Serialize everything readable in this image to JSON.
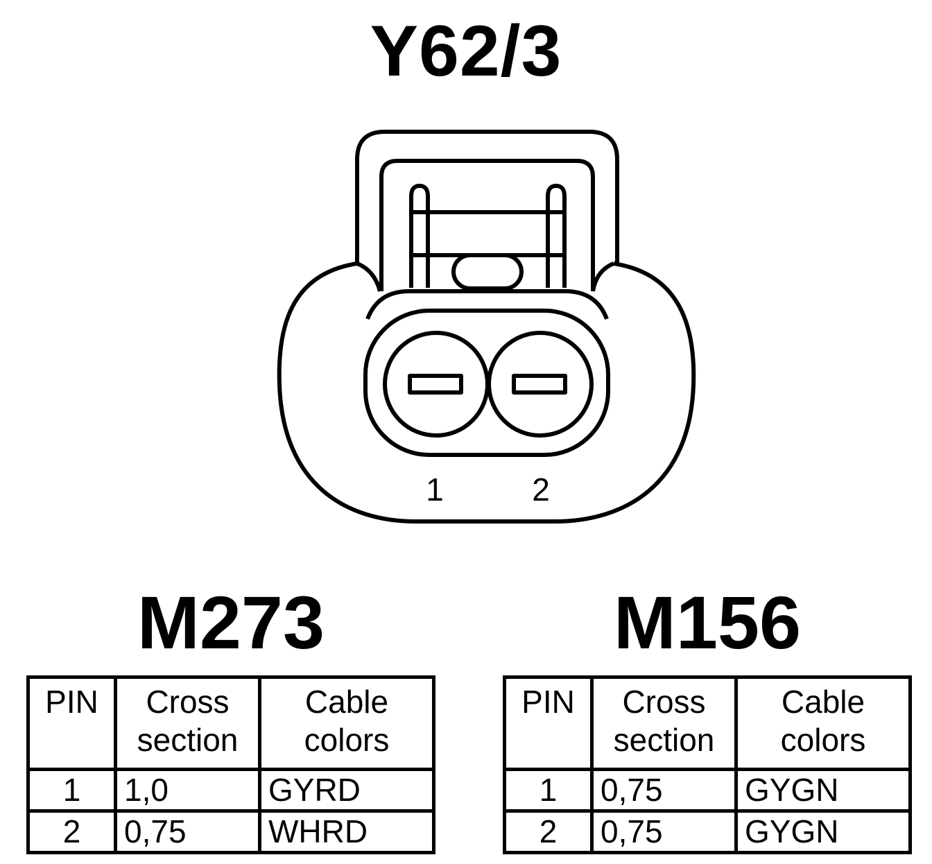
{
  "connector": {
    "title": "Y62/3",
    "pins": [
      {
        "label": "1"
      },
      {
        "label": "2"
      }
    ]
  },
  "tables": [
    {
      "engine": "M273",
      "headers": {
        "pin": "PIN",
        "cross_section": [
          "Cross",
          "section"
        ],
        "cable_colors": [
          "Cable",
          "colors"
        ]
      },
      "rows": [
        {
          "pin": "1",
          "cross_section": "1,0",
          "cable_color": "GYRD"
        },
        {
          "pin": "2",
          "cross_section": "0,75",
          "cable_color": "WHRD"
        }
      ]
    },
    {
      "engine": "M156",
      "headers": {
        "pin": "PIN",
        "cross_section": [
          "Cross",
          "section"
        ],
        "cable_colors": [
          "Cable",
          "colors"
        ]
      },
      "rows": [
        {
          "pin": "1",
          "cross_section": "0,75",
          "cable_color": "GYGN"
        },
        {
          "pin": "2",
          "cross_section": "0,75",
          "cable_color": "GYGN"
        }
      ]
    }
  ]
}
